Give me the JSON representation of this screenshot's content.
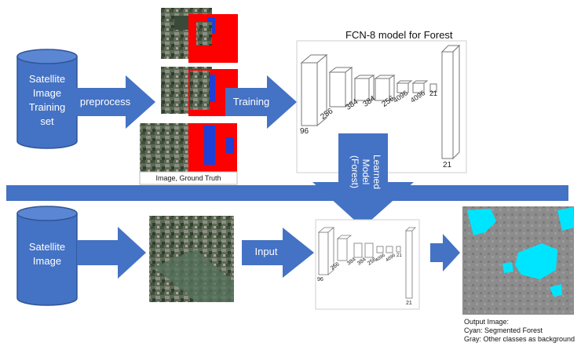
{
  "training_source": {
    "lines": [
      "Satellite",
      "Image",
      "Training",
      "set"
    ]
  },
  "preprocess_label": "preprocess",
  "training_label": "Training",
  "gt_caption": "Image, Ground Truth",
  "model_title": "FCN-8 model for Forest",
  "big_model_numbers": [
    "96",
    "256",
    "384",
    "384",
    "256",
    "4096",
    "4096",
    "21",
    "21"
  ],
  "learned_model": [
    "Learned",
    "Model",
    "(Forest)"
  ],
  "test_source": {
    "lines": [
      "Satellite",
      "Image"
    ]
  },
  "input_label": "Input",
  "small_model_numbers": [
    "96",
    "256",
    "384",
    "384",
    "256",
    "4096",
    "4096",
    "21",
    "21"
  ],
  "output_caption": [
    "Output Image:",
    "Cyan: Segmented Forest",
    "Gray: Other classes as background"
  ],
  "colors": {
    "blue": "#4472c4",
    "blue_dark": "#2f5597",
    "red": "#ff0000",
    "cyan": "#00e5ff",
    "gray": "#8a8a8a"
  }
}
